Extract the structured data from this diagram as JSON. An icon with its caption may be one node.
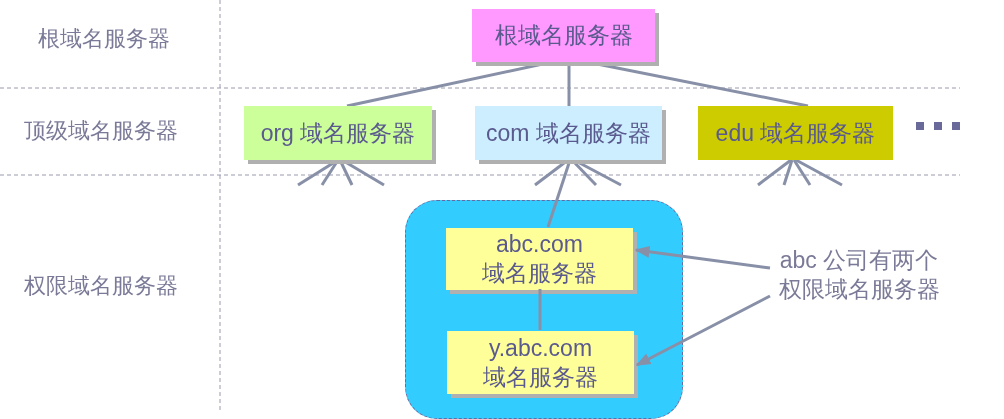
{
  "diagram": {
    "nodes": [
      {
        "text": [
          "根域名服务器"
        ]
      },
      {
        "text": [
          "org 域名服务器"
        ]
      },
      {
        "text": [
          "com 域名服务器"
        ]
      },
      {
        "text": [
          "edu 域名服务器"
        ]
      },
      {
        "text": [],
        "shape": "box"
      },
      {
        "text": [
          "abc.com 域名服务器"
        ],
        "in": 4
      },
      {
        "text": [
          "y.abc.com 域名服务器"
        ],
        "in": 4
      },
      {
        "text": [
          "abc 公司有两个权限域名服务器"
        ]
      }
    ],
    "edges": [
      {
        "from": 0,
        "to": 1,
        "arrow": "none"
      },
      {
        "from": 0,
        "to": 2,
        "arrow": "none"
      },
      {
        "from": 0,
        "to": 3,
        "arrow": "none"
      },
      {
        "from": 1,
        "to": null,
        "arrow": "none"
      },
      {
        "from": 1,
        "to": null,
        "arrow": "none"
      },
      {
        "from": 1,
        "to": null,
        "arrow": "none"
      },
      {
        "from": 1,
        "to": null,
        "arrow": "none"
      },
      {
        "from": 2,
        "to": null,
        "arrow": "none"
      },
      {
        "from": 2,
        "to": 5,
        "arrow": "none"
      },
      {
        "from": 2,
        "to": null,
        "arrow": "none"
      },
      {
        "from": 2,
        "to": null,
        "arrow": "none"
      },
      {
        "from": 3,
        "to": null,
        "arrow": "none"
      },
      {
        "from": 3,
        "to": null,
        "arrow": "none"
      },
      {
        "from": 3,
        "to": null,
        "arrow": "none"
      },
      {
        "from": 3,
        "to": null,
        "arrow": "none"
      },
      {
        "from": 5,
        "to": 6,
        "arrow": "none"
      },
      {
        "from": 7,
        "to": 5,
        "arrow": "to"
      },
      {
        "from": 7,
        "to": 6,
        "arrow": "to"
      }
    ],
    "labels": [
      "根域名服务器",
      "顶级域名服务器",
      "权限域名服务器"
    ]
  }
}
